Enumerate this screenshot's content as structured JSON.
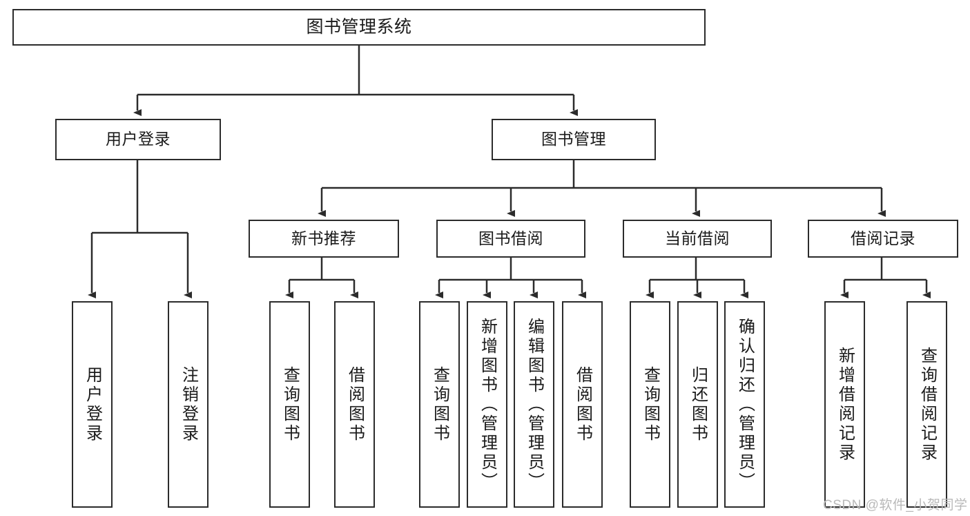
{
  "diagram": {
    "title": "图书管理系统",
    "type": "hierarchy-tree",
    "colors": {
      "box_border": "#2b2b2b",
      "box_fill": "#ffffff",
      "connector": "#2b2b2b",
      "text": "#1a1a1a",
      "watermark": "#b9b9b9"
    },
    "nodes": {
      "root": {
        "label": "图书管理系统"
      },
      "level1": [
        {
          "label": "用户登录"
        },
        {
          "label": "图书管理"
        }
      ],
      "level2": [
        {
          "label": "新书推荐"
        },
        {
          "label": "图书借阅"
        },
        {
          "label": "当前借阅"
        },
        {
          "label": "借阅记录"
        }
      ],
      "leaves": {
        "user_login": [
          {
            "label": "用户登录"
          },
          {
            "label": "注销登录"
          }
        ],
        "new_book_recommend": [
          {
            "label": "查询图书"
          },
          {
            "label": "借阅图书"
          }
        ],
        "book_borrow": [
          {
            "label": "查询图书"
          },
          {
            "label": "新增图书（管理员）"
          },
          {
            "label": "编辑图书（管理员）"
          },
          {
            "label": "借阅图书"
          }
        ],
        "current_borrow": [
          {
            "label": "查询图书"
          },
          {
            "label": "归还图书"
          },
          {
            "label": "确认归还（管理员）"
          }
        ],
        "borrow_record": [
          {
            "label": "新增借阅记录"
          },
          {
            "label": "查询借阅记录"
          }
        ]
      }
    },
    "watermark": "CSDN @软件_小贺同学"
  }
}
